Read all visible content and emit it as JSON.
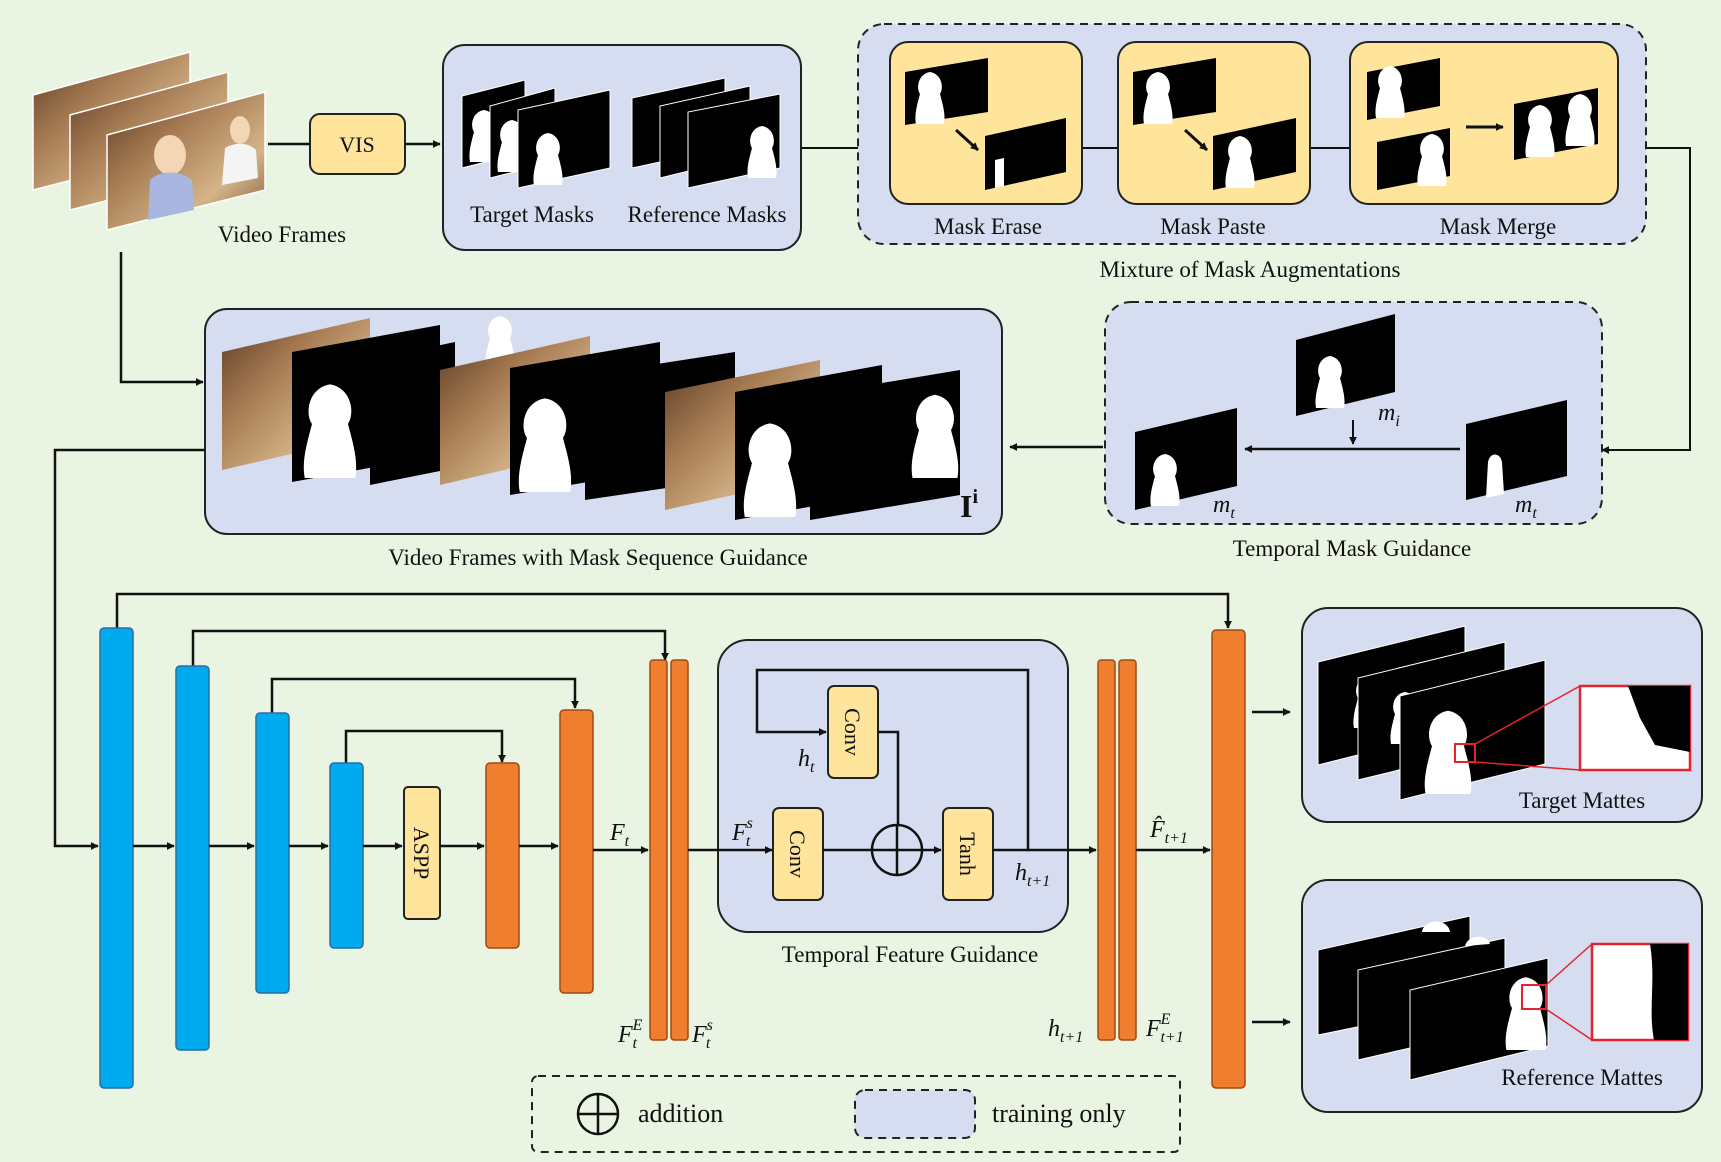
{
  "colors": {
    "background": "#eaf4e2",
    "panel": "#d6ddf1",
    "module": "#ffe49c",
    "encoder": "#00aaee",
    "decoder": "#ef7e2e",
    "zoom_border": "#e4242a"
  },
  "labels": {
    "video_frames": "Video Frames",
    "vis": "VIS",
    "target_masks": "Target Masks",
    "reference_masks": "Reference Masks",
    "mask_erase": "Mask Erase",
    "mask_paste": "Mask Paste",
    "mask_merge": "Mask Merge",
    "mixture": "Mixture of Mask Augmentations",
    "video_frames_guidance": "Video Frames with Mask Sequence Guidance",
    "temporal_mask_guidance": "Temporal Mask Guidance",
    "temporal_feature_guidance": "Temporal Feature Guidance",
    "target_mattes": "Target Mattes",
    "reference_mattes": "Reference Mattes",
    "aspp": "ASPP",
    "conv": "Conv",
    "tanh": "Tanh"
  },
  "math": {
    "input_symbol": "I",
    "input_sup": "i",
    "m": "m",
    "sub_i": "i",
    "sub_t": "t",
    "F": "F",
    "F_hat": "F̂",
    "h": "h",
    "sup_s": "s",
    "sup_E": "E",
    "sub_t1": "t+1"
  },
  "legend": {
    "addition": "addition",
    "training_only": "training only"
  },
  "icons": [
    "arrow-icon",
    "addition-icon",
    "person-silhouette-icon",
    "video-frame-photo-icon"
  ]
}
